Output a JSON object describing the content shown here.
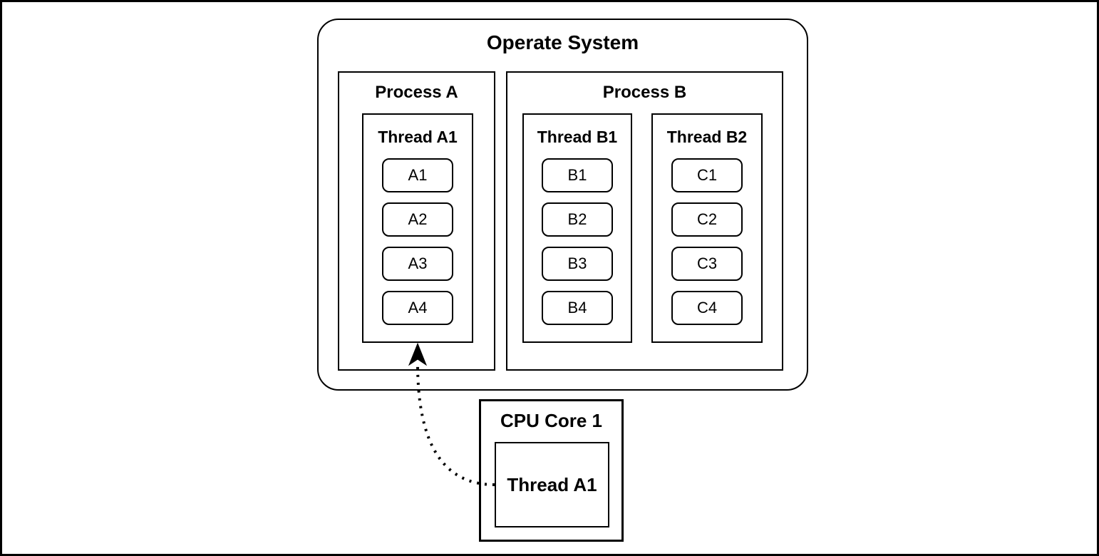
{
  "os": {
    "title": "Operate System",
    "processes": [
      {
        "title": "Process A",
        "threads": [
          {
            "title": "Thread A1",
            "tasks": [
              "A1",
              "A2",
              "A3",
              "A4"
            ]
          }
        ]
      },
      {
        "title": "Process B",
        "threads": [
          {
            "title": "Thread B1",
            "tasks": [
              "B1",
              "B2",
              "B3",
              "B4"
            ]
          },
          {
            "title": "Thread B2",
            "tasks": [
              "C1",
              "C2",
              "C3",
              "C4"
            ]
          }
        ]
      }
    ]
  },
  "cpu": {
    "title": "CPU Core 1",
    "thread_label": "Thread A1"
  },
  "arrow": {
    "meaning": "CPU Core 1 is executing Thread A1",
    "style": "dotted-curve"
  },
  "colors": {
    "stroke": "#000000",
    "background": "#ffffff"
  }
}
